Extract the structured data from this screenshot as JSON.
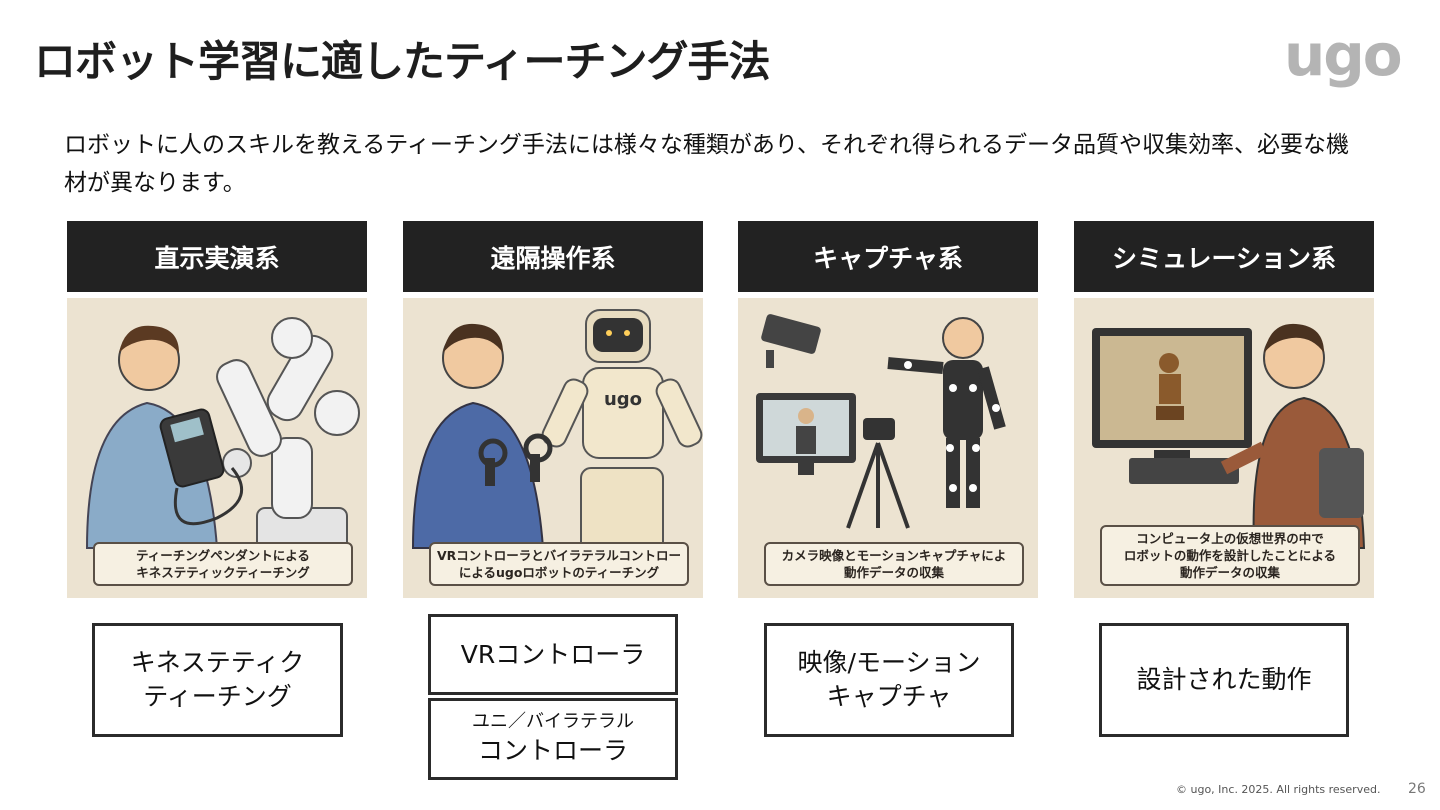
{
  "title": "ロボット学習に適したティーチング手法",
  "logo": "ugo",
  "description": "ロボットに人のスキルを教えるティーチング手法には様々な種類があり、それぞれ得られるデータ品質や収集効率、必要な機材が異なります。",
  "columns": [
    {
      "heading": "直示実演系",
      "caption": [
        "ティーチングペンダントによる",
        "キネステティックティーチング"
      ],
      "label": [
        "キネステティク",
        "ティーチング"
      ]
    },
    {
      "heading": "遠隔操作系",
      "caption": [
        "VRコントローラとバイラテラルコントロー",
        "によるugoロボットのティーチング"
      ],
      "robot_text": "ugo",
      "label": [
        "VRコントローラ"
      ],
      "label2_small": "ユニ／バイラテラル",
      "label2": "コントローラ"
    },
    {
      "heading": "キャプチャ系",
      "caption": [
        "カメラ映像とモーションキャプチャによ",
        "動作データの収集"
      ],
      "label": [
        "映像/モーション",
        "キャプチャ"
      ]
    },
    {
      "heading": "シミュレーション系",
      "caption": [
        "コンピュータ上の仮想世界の中で",
        "ロボットの動作を設計したことによる",
        "動作データの収集"
      ],
      "label": [
        "設計された動作"
      ]
    }
  ],
  "footer": "© ugo, Inc. 2025. All rights reserved.",
  "page_number": "26"
}
